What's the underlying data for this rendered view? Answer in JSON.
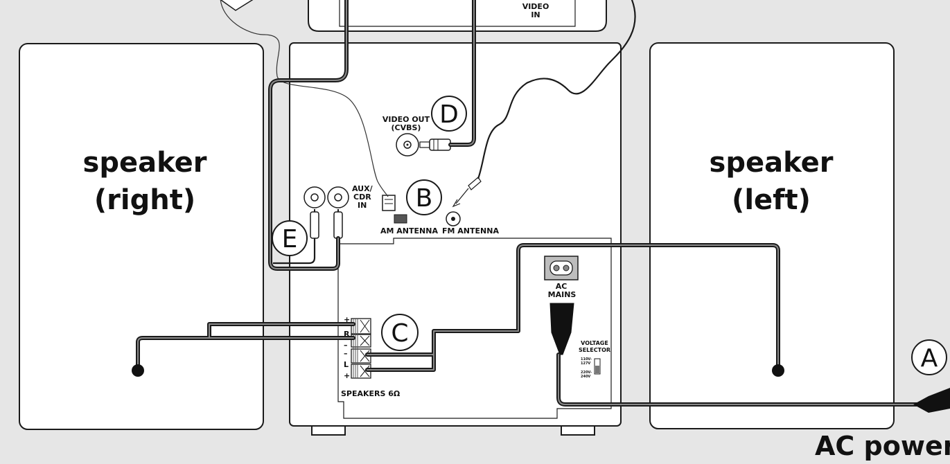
{
  "speakers": {
    "right": {
      "line1": "speaker",
      "line2": "(right)"
    },
    "left": {
      "line1": "speaker",
      "line2": "(left)"
    }
  },
  "tv": {
    "video_in_line1": "VIDEO",
    "video_in_line2": "IN"
  },
  "connectors": {
    "video_out_line1": "VIDEO OUT",
    "video_out_line2": "(CVBS)",
    "aux_line1": "AUX/",
    "aux_line2": "CDR",
    "aux_line3": "IN",
    "am_antenna": "AM ANTENNA",
    "fm_antenna": "FM ANTENNA",
    "ac_mains_line1": "AC",
    "ac_mains_line2": "MAINS",
    "voltage_selector_line1": "VOLTAGE",
    "voltage_selector_line2": "SELECTOR",
    "voltage_110": "110V-",
    "voltage_127": "127V",
    "voltage_220": "220V-",
    "voltage_240": "240V",
    "speakers_label": "SPEAKERS 6Ω",
    "term_plus_top": "+",
    "term_r": "R",
    "term_minus_1": "–",
    "term_minus_2": "–",
    "term_l": "L",
    "term_plus_bottom": "+"
  },
  "badges": {
    "a": "A",
    "b": "B",
    "c": "C",
    "d": "D",
    "e": "E"
  },
  "footer": {
    "ac_power": "AC power cord"
  }
}
